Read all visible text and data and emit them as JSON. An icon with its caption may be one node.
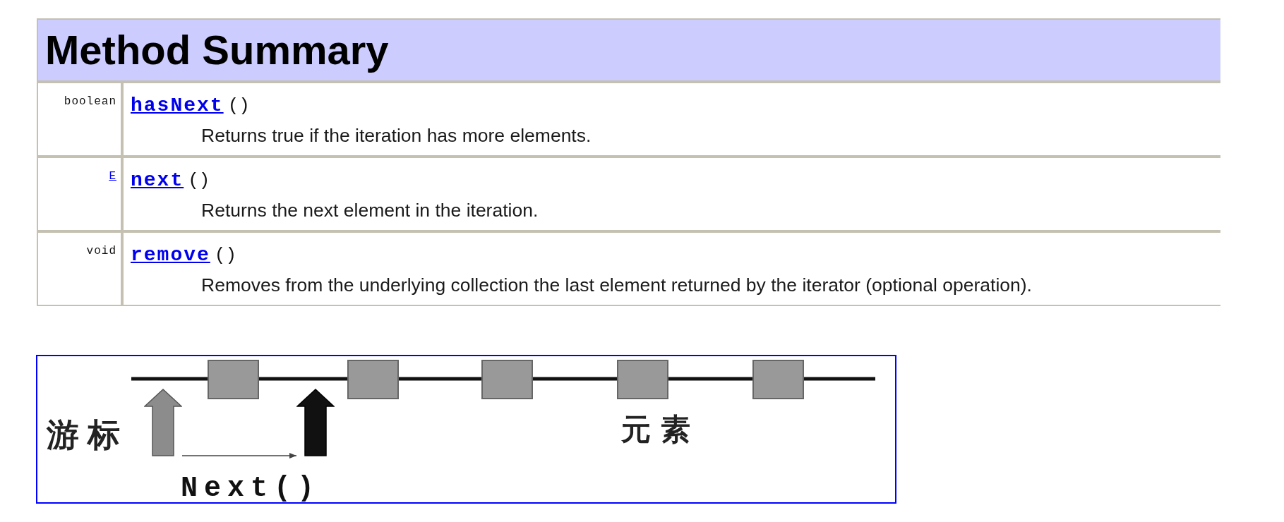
{
  "diagram": {
    "title": "Method Summary",
    "nodes": [
      {
        "text": [],
        "shape": "box"
      },
      {
        "text": [],
        "shape": "box"
      },
      {
        "text": [],
        "shape": "box"
      },
      {
        "text": [],
        "shape": "box"
      },
      {
        "text": [],
        "shape": "box"
      },
      {
        "text": [],
        "shape": "arrow"
      },
      {
        "text": [],
        "shape": "arrow"
      }
    ],
    "edges": [
      {
        "from": null,
        "to": 0,
        "arrow": "none"
      },
      {
        "from": 0,
        "to": 1,
        "arrow": "none"
      },
      {
        "from": 1,
        "to": 2,
        "arrow": "none"
      },
      {
        "from": 2,
        "to": 3,
        "arrow": "none"
      },
      {
        "from": 3,
        "to": 4,
        "arrow": "none"
      },
      {
        "from": 4,
        "to": null,
        "arrow": "none"
      },
      {
        "from": 5,
        "to": 6,
        "arrow": "to",
        "label": "Next()"
      }
    ],
    "labels": [
      "boolean",
      "**hasNext**()",
      "Returns true if the iteration has more elements.",
      "E",
      "**next**()",
      "Returns the next element in the iteration.",
      "void",
      "**remove**()",
      "Removes from the underlying collection the last element returned by the iterator (optional operation).",
      "游标",
      "元素"
    ]
  }
}
